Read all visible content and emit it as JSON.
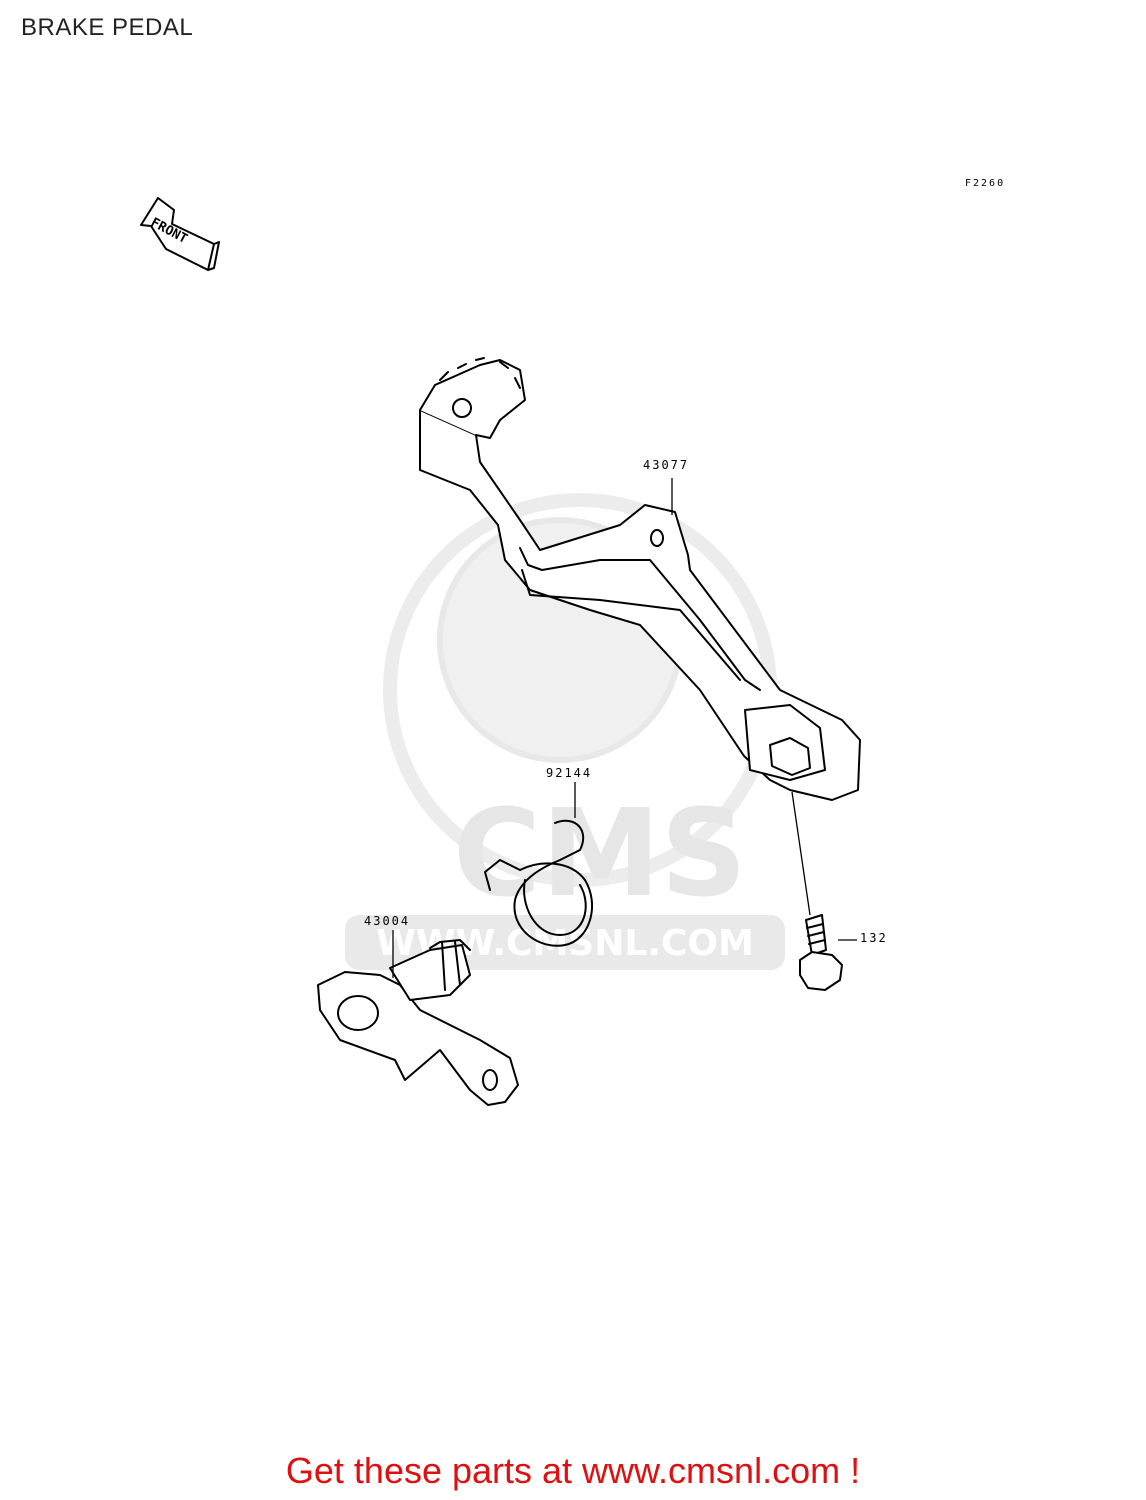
{
  "header": {
    "title": "BRAKE PEDAL"
  },
  "figure": {
    "code": "F2260",
    "front_marker": "FRONT",
    "parts": [
      {
        "number": "43077"
      },
      {
        "number": "92144"
      },
      {
        "number": "43004"
      },
      {
        "number": "132"
      }
    ]
  },
  "watermark": {
    "text": "CMS",
    "url": "WWW.CMSNL.COM"
  },
  "footer": {
    "cta": "Get these parts at www.cmsnl.com !"
  },
  "colors": {
    "cta": "#dd1111",
    "watermark": "#e6e6e6",
    "line": "#000000"
  }
}
